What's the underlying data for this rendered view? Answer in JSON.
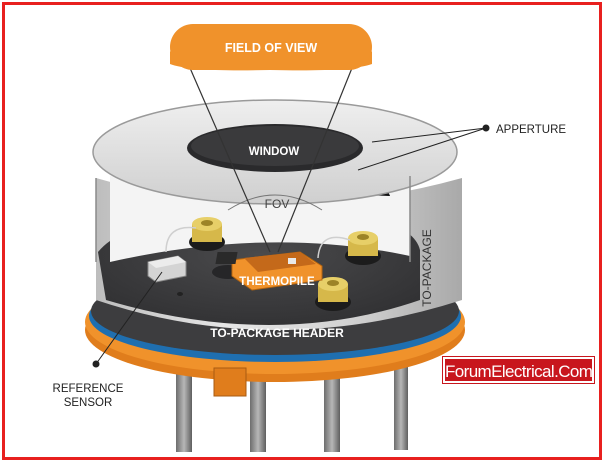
{
  "diagram": {
    "labels": {
      "field_of_view": "FIELD OF VIEW",
      "window": "WINDOW",
      "apperture": "APPERTURE",
      "fov": "FOV",
      "to_package": "TO-PACKAGE",
      "thermopile": "THERMOPILE",
      "to_package_header": "TO-PACKAGE HEADER",
      "reference_sensor_line1": "REFERENCE",
      "reference_sensor_line2": "SENSOR"
    },
    "colors": {
      "accent_orange": "#f0922b",
      "header_blue": "#1f6fb0",
      "frame_red": "#e8201f",
      "brand_red": "#c8161d",
      "header_disc": "#3d3d3f",
      "housing_grey": "#d9d9d9"
    }
  },
  "watermark": {
    "brand": "ForumElectrical.Com"
  }
}
